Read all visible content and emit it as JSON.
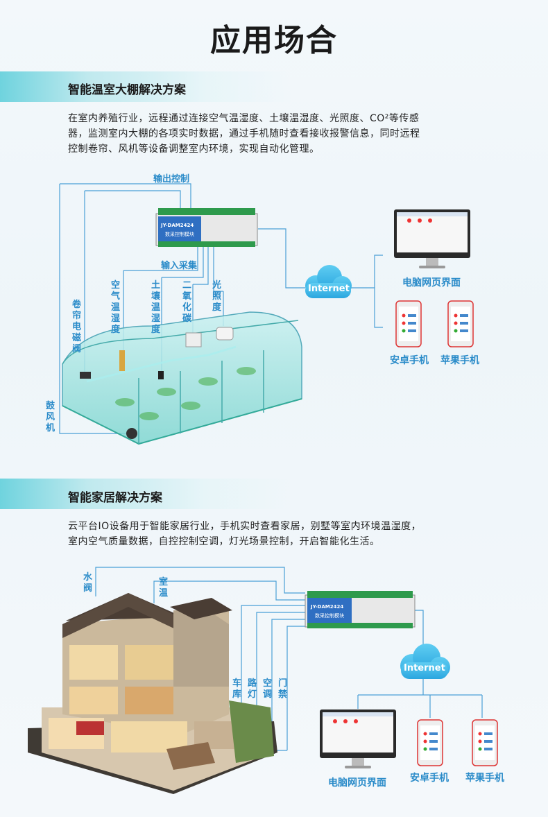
{
  "page": {
    "title": "应用场合"
  },
  "section1": {
    "title": "智能温室大棚解决方案",
    "desc_lines": [
      "在室内养殖行业，远程通过连接空气温湿度、土壤温湿度、光照度、CO²等传感",
      "器，监测室内大棚的各项实时数据，通过手机随时查看接收报警信息，同时远程",
      "控制卷帘、风机等设备调整室内环境，实现自动化管理。"
    ],
    "labels": {
      "output_control": "输出控制",
      "input_collect": "输入采集",
      "air_temp_humidity": "空气温湿度",
      "soil_temp_humidity": "土壤温湿度",
      "co2": "二氧化碳",
      "light": "光照度",
      "curtain_valve": "卷帘电磁阀",
      "blower": "鼓风机"
    },
    "device": {
      "model": "JY-DAM2424",
      "name": "数采控制模块"
    },
    "cloud": "Internet",
    "pc_label": "电脑网页界面",
    "android_label": "安卓手机",
    "apple_label": "苹果手机"
  },
  "section2": {
    "title": "智能家居解决方案",
    "desc_lines": [
      "云平台IO设备用于智能家居行业，手机实时查看家居，别墅等室内环境温湿度，",
      "室内空气质量数据，自控控制空调，灯光场景控制，开启智能化生活。"
    ],
    "labels": {
      "water_valve": "水阀",
      "room_temp": "室温",
      "garage": "车库",
      "road_light": "路灯",
      "aircon": "空调",
      "door": "门禁"
    },
    "device": {
      "model": "JY-DAM2424",
      "name": "数采控制模块"
    },
    "cloud": "Internet",
    "pc_label": "电脑网页界面",
    "android_label": "安卓手机",
    "apple_label": "苹果手机"
  },
  "colors": {
    "accent": "#2a8bc9",
    "cloud": "#3db8e8",
    "line": "#4a9fd6",
    "device": "#2f6fc2"
  }
}
